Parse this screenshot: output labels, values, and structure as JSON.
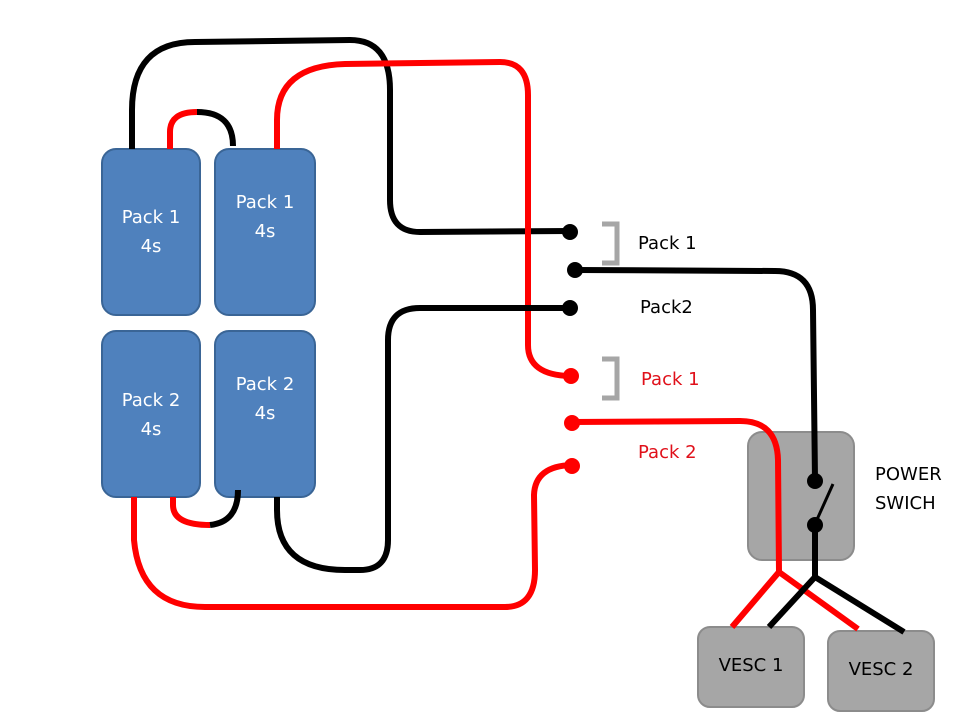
{
  "colors": {
    "battery_fill": "#4f81bd",
    "battery_border": "#3a6596",
    "device_fill": "#a6a6a6",
    "device_border": "#8c8c8c",
    "positive_wire": "#ff0000",
    "negative_wire": "#000000",
    "bracket": "#a6a6a6"
  },
  "batteries": [
    {
      "id": "p1a",
      "name": "Pack 1",
      "cells": "4s"
    },
    {
      "id": "p1b",
      "name": "Pack 1",
      "cells": "4s"
    },
    {
      "id": "p2a",
      "name": "Pack 2",
      "cells": "4s"
    },
    {
      "id": "p2b",
      "name": "Pack 2",
      "cells": "4s"
    }
  ],
  "connector_labels": {
    "neg_pack1": "Pack 1",
    "neg_pack2": "Pack2",
    "pos_pack1": "Pack 1",
    "pos_pack2": "Pack 2"
  },
  "switch": {
    "line1": "POWER",
    "line2": "SWICH"
  },
  "escs": [
    {
      "name": "VESC 1"
    },
    {
      "name": "VESC 2"
    }
  ]
}
